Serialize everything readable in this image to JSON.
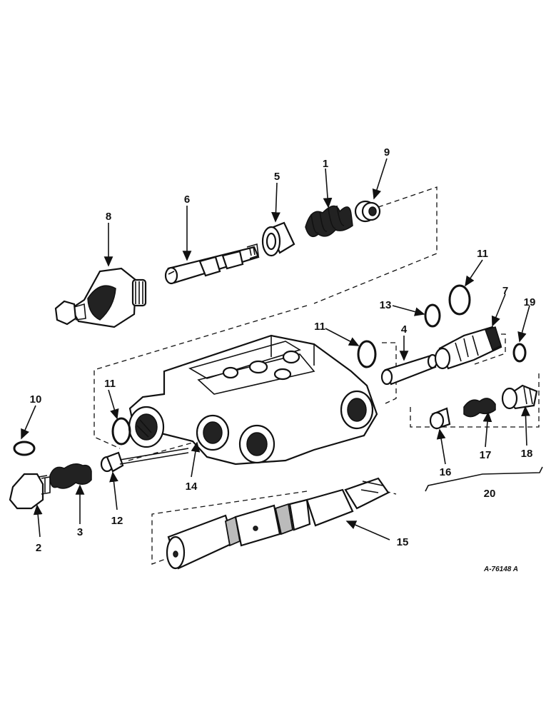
{
  "diagram": {
    "callouts": [
      "1",
      "2",
      "3",
      "4",
      "5",
      "6",
      "7",
      "8",
      "9",
      "10",
      "11",
      "11",
      "11",
      "12",
      "13",
      "14",
      "15",
      "16",
      "17",
      "18",
      "19",
      "20"
    ],
    "drawing_code": "A-76148 A"
  }
}
